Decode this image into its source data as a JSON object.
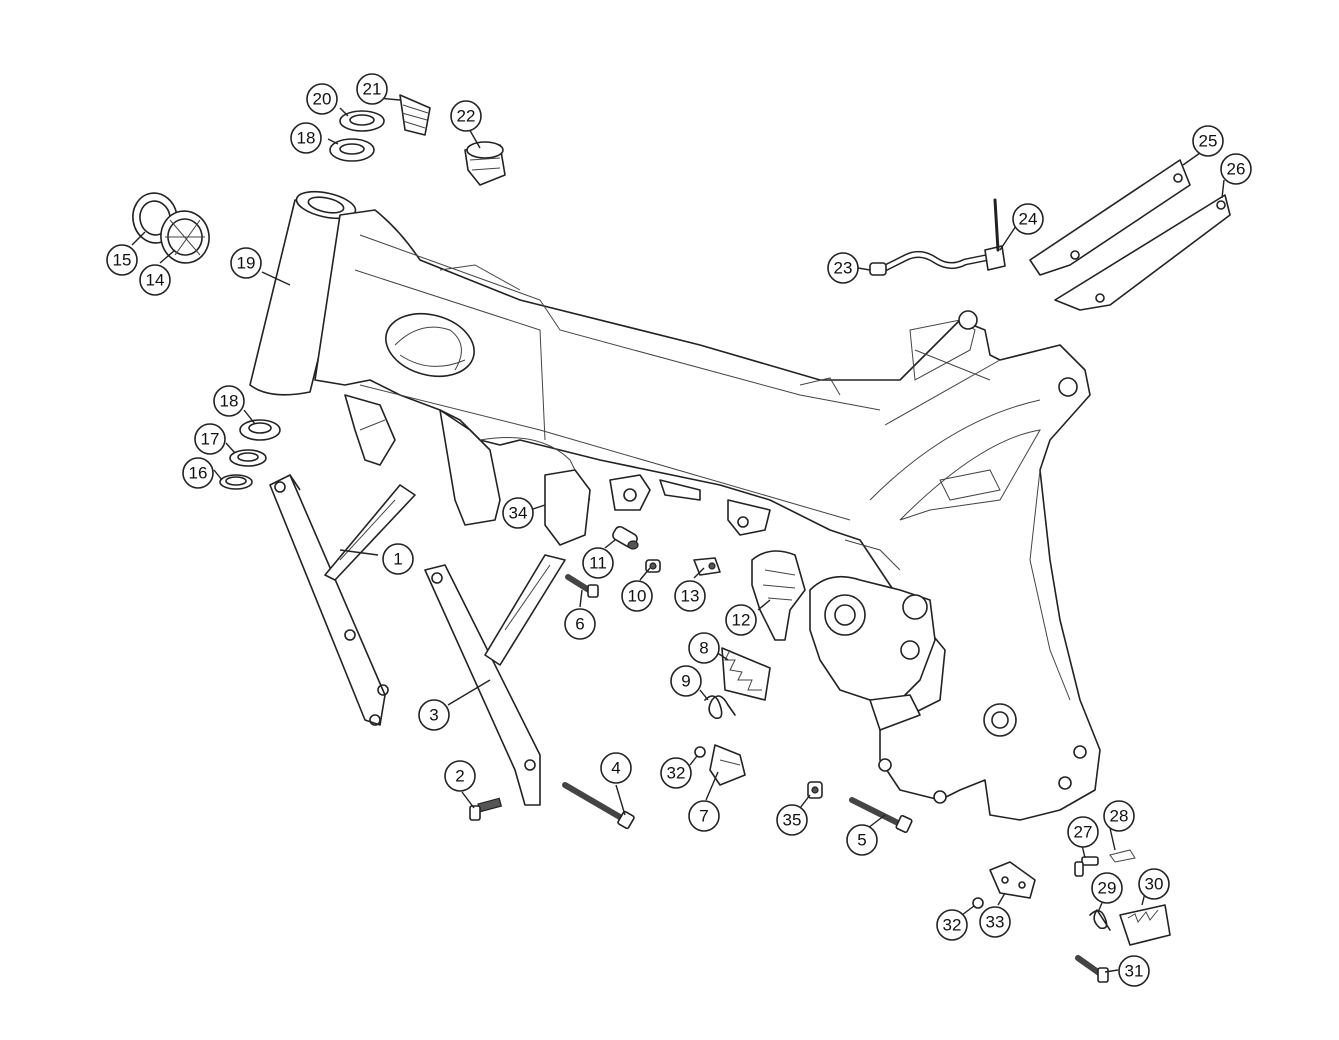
{
  "callouts": [
    {
      "label": "1"
    },
    {
      "label": "2"
    },
    {
      "label": "3"
    },
    {
      "label": "4"
    },
    {
      "label": "5"
    },
    {
      "label": "6"
    },
    {
      "label": "7"
    },
    {
      "label": "8"
    },
    {
      "label": "9"
    },
    {
      "label": "10"
    },
    {
      "label": "11"
    },
    {
      "label": "12"
    },
    {
      "label": "13"
    },
    {
      "label": "14"
    },
    {
      "label": "15"
    },
    {
      "label": "16"
    },
    {
      "label": "17"
    },
    {
      "label": "18"
    },
    {
      "label": "18"
    },
    {
      "label": "19"
    },
    {
      "label": "20"
    },
    {
      "label": "21"
    },
    {
      "label": "22"
    },
    {
      "label": "23"
    },
    {
      "label": "24"
    },
    {
      "label": "25"
    },
    {
      "label": "26"
    },
    {
      "label": "27"
    },
    {
      "label": "28"
    },
    {
      "label": "29"
    },
    {
      "label": "30"
    },
    {
      "label": "31"
    },
    {
      "label": "32"
    },
    {
      "label": "32"
    },
    {
      "label": "33"
    },
    {
      "label": "34"
    },
    {
      "label": "35"
    }
  ]
}
